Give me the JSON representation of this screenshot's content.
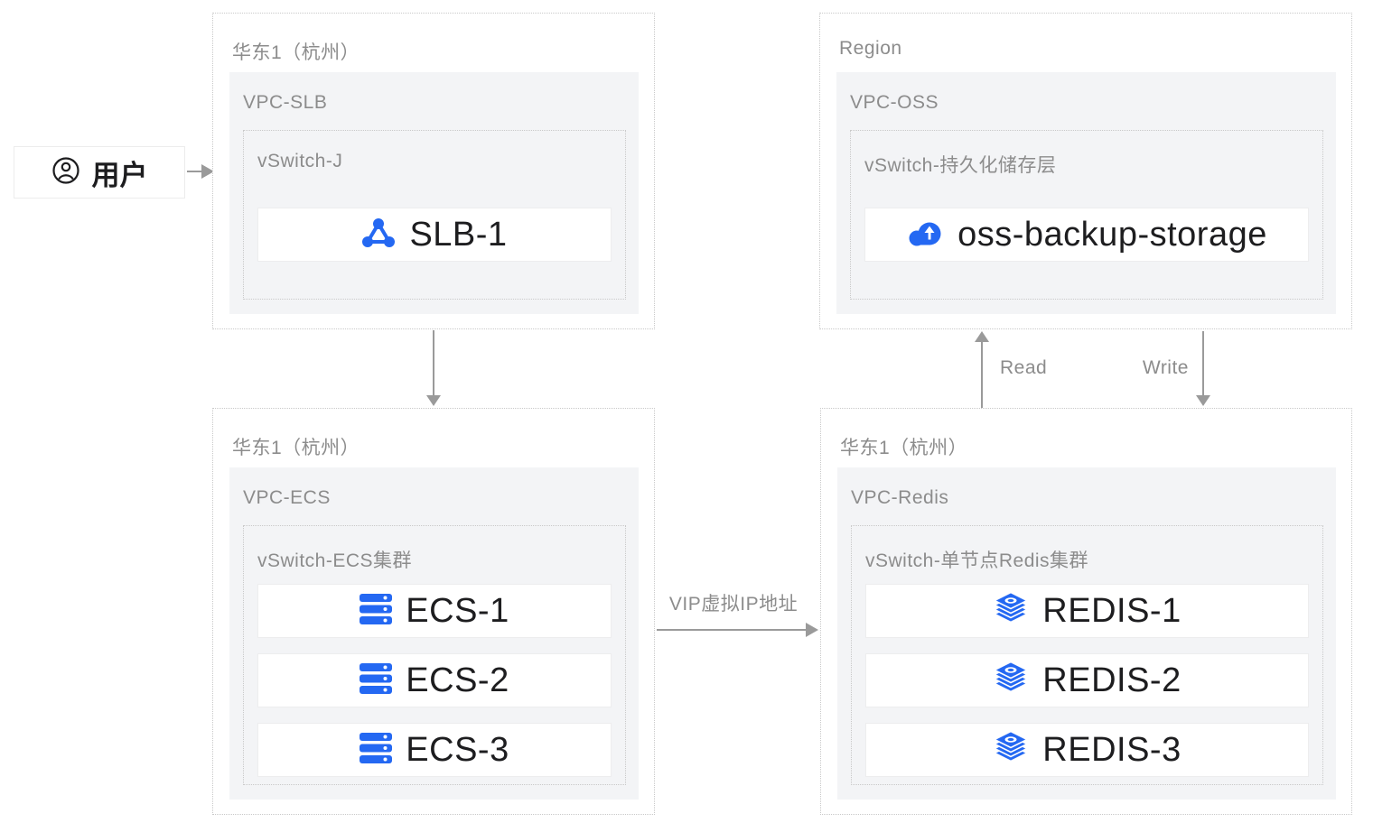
{
  "diagram": {
    "user": {
      "label": "用户",
      "icon": "user-icon"
    },
    "edges": {
      "vip": {
        "label": "VIP虚拟IP地址"
      },
      "read": {
        "label": "Read"
      },
      "write": {
        "label": "Write"
      }
    },
    "regions": {
      "slb": {
        "title": "华东1（杭州）",
        "vpc": "VPC-SLB",
        "vswitch": "vSwitch-J",
        "nodes": [
          {
            "label": "SLB-1",
            "icon": "slb-icon"
          }
        ]
      },
      "oss": {
        "title": "Region",
        "vpc": "VPC-OSS",
        "vswitch": "vSwitch-持久化储存层",
        "nodes": [
          {
            "label": "oss-backup-storage",
            "icon": "oss-icon"
          }
        ]
      },
      "ecs": {
        "title": "华东1（杭州）",
        "vpc": "VPC-ECS",
        "vswitch": "vSwitch-ECS集群",
        "nodes": [
          {
            "label": "ECS-1",
            "icon": "ecs-icon"
          },
          {
            "label": "ECS-2",
            "icon": "ecs-icon"
          },
          {
            "label": "ECS-3",
            "icon": "ecs-icon"
          }
        ]
      },
      "redis": {
        "title": "华东1（杭州）",
        "vpc": "VPC-Redis",
        "vswitch": "vSwitch-单节点Redis集群",
        "nodes": [
          {
            "label": "REDIS-1",
            "icon": "redis-icon"
          },
          {
            "label": "REDIS-2",
            "icon": "redis-icon"
          },
          {
            "label": "REDIS-3",
            "icon": "redis-icon"
          }
        ]
      }
    },
    "colors": {
      "accent_blue": "#2468F2",
      "title_gray": "#8C8C8C",
      "arrow_gray": "#9A9A9A",
      "vpc_fill": "#F3F4F6",
      "dotted_border": "#C9C9C9",
      "node_text": "#1D1D1F"
    }
  }
}
